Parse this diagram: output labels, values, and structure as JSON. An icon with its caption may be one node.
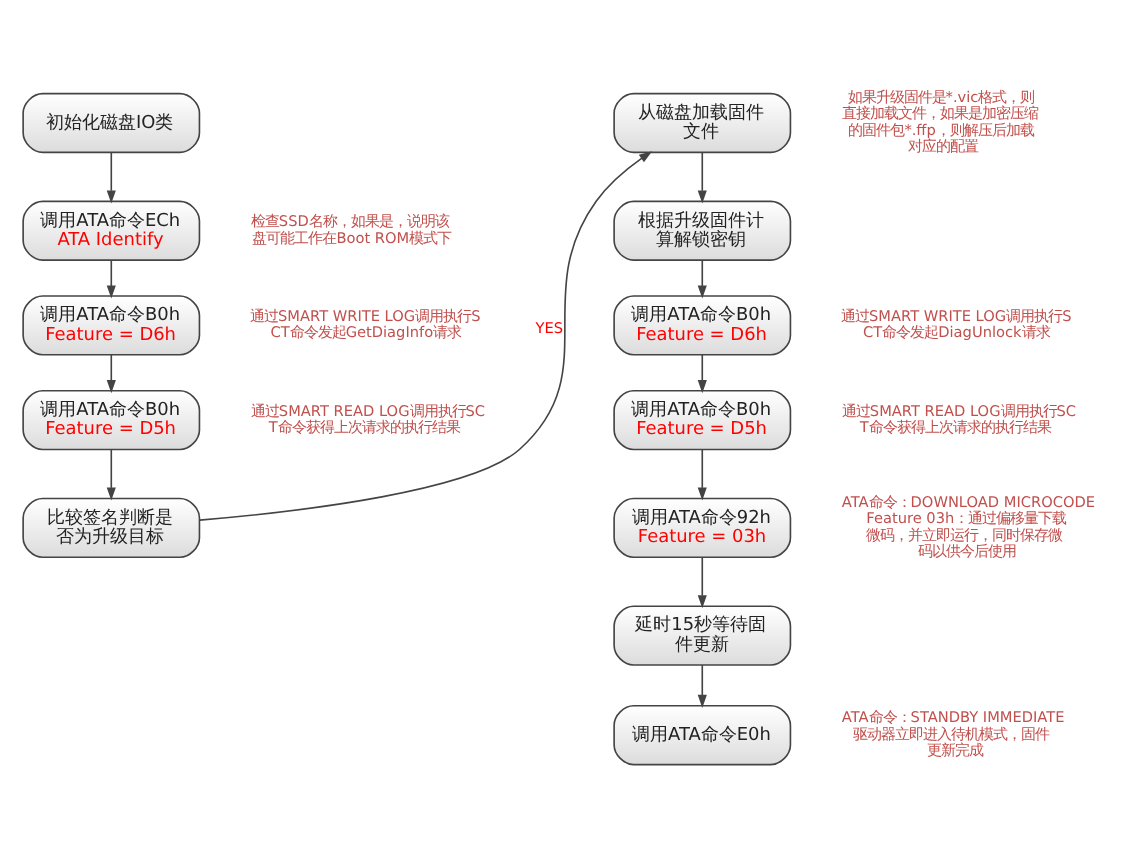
{
  "diagram": {
    "nodes": [
      {
        "text": [
          "初始化磁盘IO类"
        ]
      },
      {
        "text": [
          "调用ATA命令ECh",
          "ATA Identify"
        ],
        "beside": [
          "检查SSD名称，如果是，说明该盘可能工作在Boot ROM模式下"
        ]
      },
      {
        "text": [
          "调用ATA命令B0h",
          "Feature = D6h"
        ],
        "beside": [
          "通过SMART WRITE LOG调用执行SCT命令发起GetDiagInfo请求"
        ]
      },
      {
        "text": [
          "调用ATA命令B0h",
          "Feature = D5h"
        ],
        "beside": [
          "通过SMART READ LOG调用执行SCT命令获得上次请求的执行结果"
        ]
      },
      {
        "text": [
          "比较签名判断是否为升级目标"
        ]
      },
      {
        "text": [
          "从磁盘加载固件文件"
        ],
        "beside": [
          "如果升级固件是*.vic格式，则直接加载文件，如果是加密压缩的固件包*.ffp，则解压后加载对应的配置"
        ]
      },
      {
        "text": [
          "根据升级固件计算解锁密钥"
        ]
      },
      {
        "text": [
          "调用ATA命令B0h",
          "Feature = D6h"
        ],
        "beside": [
          "通过SMART WRITE LOG调用执行SCT命令发起DiagUnlock请求"
        ]
      },
      {
        "text": [
          "调用ATA命令B0h",
          "Feature = D5h"
        ],
        "beside": [
          "通过SMART READ LOG调用执行SCT命令获得上次请求的执行结果"
        ]
      },
      {
        "text": [
          "调用ATA命令92h",
          "Feature = 03h"
        ],
        "beside": [
          "ATA命令：DOWNLOAD MICROCODE Feature 03h：通过偏移量下载微码，并立即运行，同时保存微码以供今后使用"
        ]
      },
      {
        "text": [
          "延时15秒等待固件更新"
        ]
      },
      {
        "text": [
          "调用ATA命令E0h"
        ],
        "beside": [
          "ATA命令：STANDBY IMMEDIATE 驱动器立即进入待机模式，固件更新完成"
        ]
      }
    ],
    "edges": [
      {
        "from": 0,
        "to": 1,
        "arrow": "to"
      },
      {
        "from": 1,
        "to": 2,
        "arrow": "to"
      },
      {
        "from": 2,
        "to": 3,
        "arrow": "to"
      },
      {
        "from": 3,
        "to": 4,
        "arrow": "to"
      },
      {
        "from": 4,
        "to": 5,
        "arrow": "to",
        "label": "YES"
      },
      {
        "from": 5,
        "to": 6,
        "arrow": "to"
      },
      {
        "from": 6,
        "to": 7,
        "arrow": "to"
      },
      {
        "from": 7,
        "to": 8,
        "arrow": "to"
      },
      {
        "from": 8,
        "to": 9,
        "arrow": "to"
      },
      {
        "from": 9,
        "to": 10,
        "arrow": "to"
      },
      {
        "from": 10,
        "to": 11,
        "arrow": "to"
      }
    ]
  }
}
